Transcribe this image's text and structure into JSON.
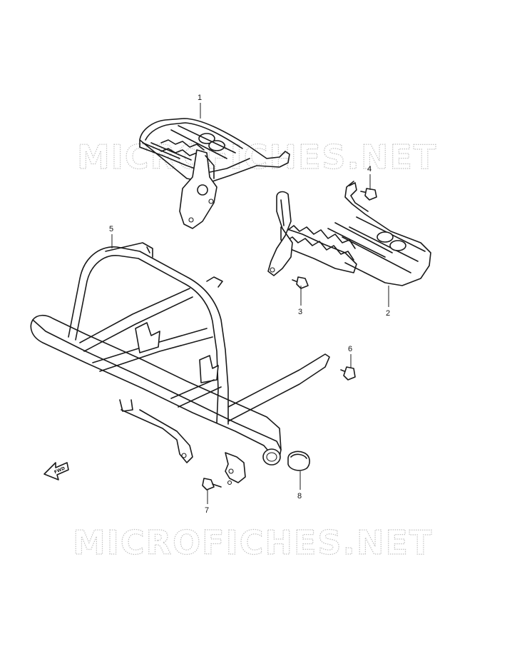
{
  "watermarks": [
    "MICROFICHES.NET",
    "MICROFICHES.NET"
  ],
  "direction_badge": "FWD",
  "callouts": [
    {
      "id": "1",
      "label": "1"
    },
    {
      "id": "2",
      "label": "2"
    },
    {
      "id": "3",
      "label": "3"
    },
    {
      "id": "4",
      "label": "4"
    },
    {
      "id": "5",
      "label": "5"
    },
    {
      "id": "6",
      "label": "6"
    },
    {
      "id": "7",
      "label": "7"
    },
    {
      "id": "8",
      "label": "8"
    }
  ]
}
